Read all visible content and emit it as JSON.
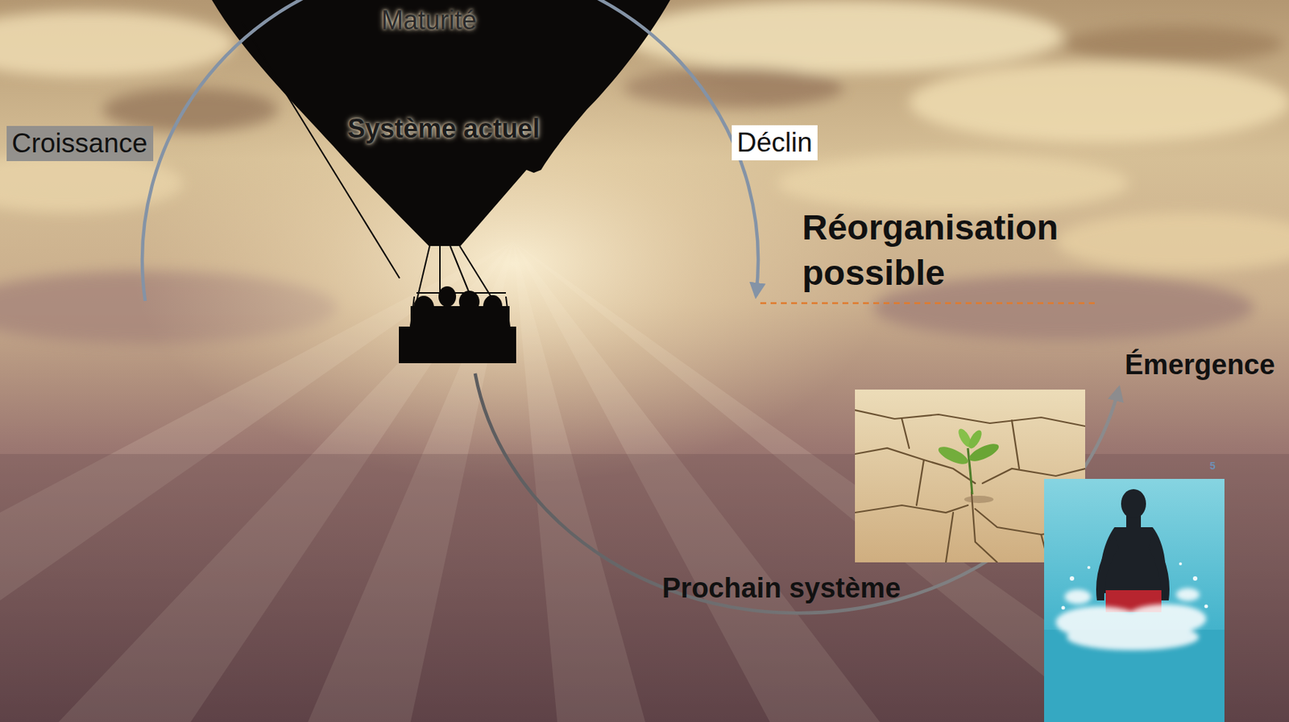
{
  "diagram": {
    "nodes": [
      {
        "text": [
          "Croissance"
        ]
      },
      {
        "text": [
          "Déclin"
        ]
      }
    ],
    "labels": [
      "Maturité",
      "Système actuel",
      "Réorganisation possible",
      "Émergence",
      "Prochain système",
      "5"
    ]
  }
}
